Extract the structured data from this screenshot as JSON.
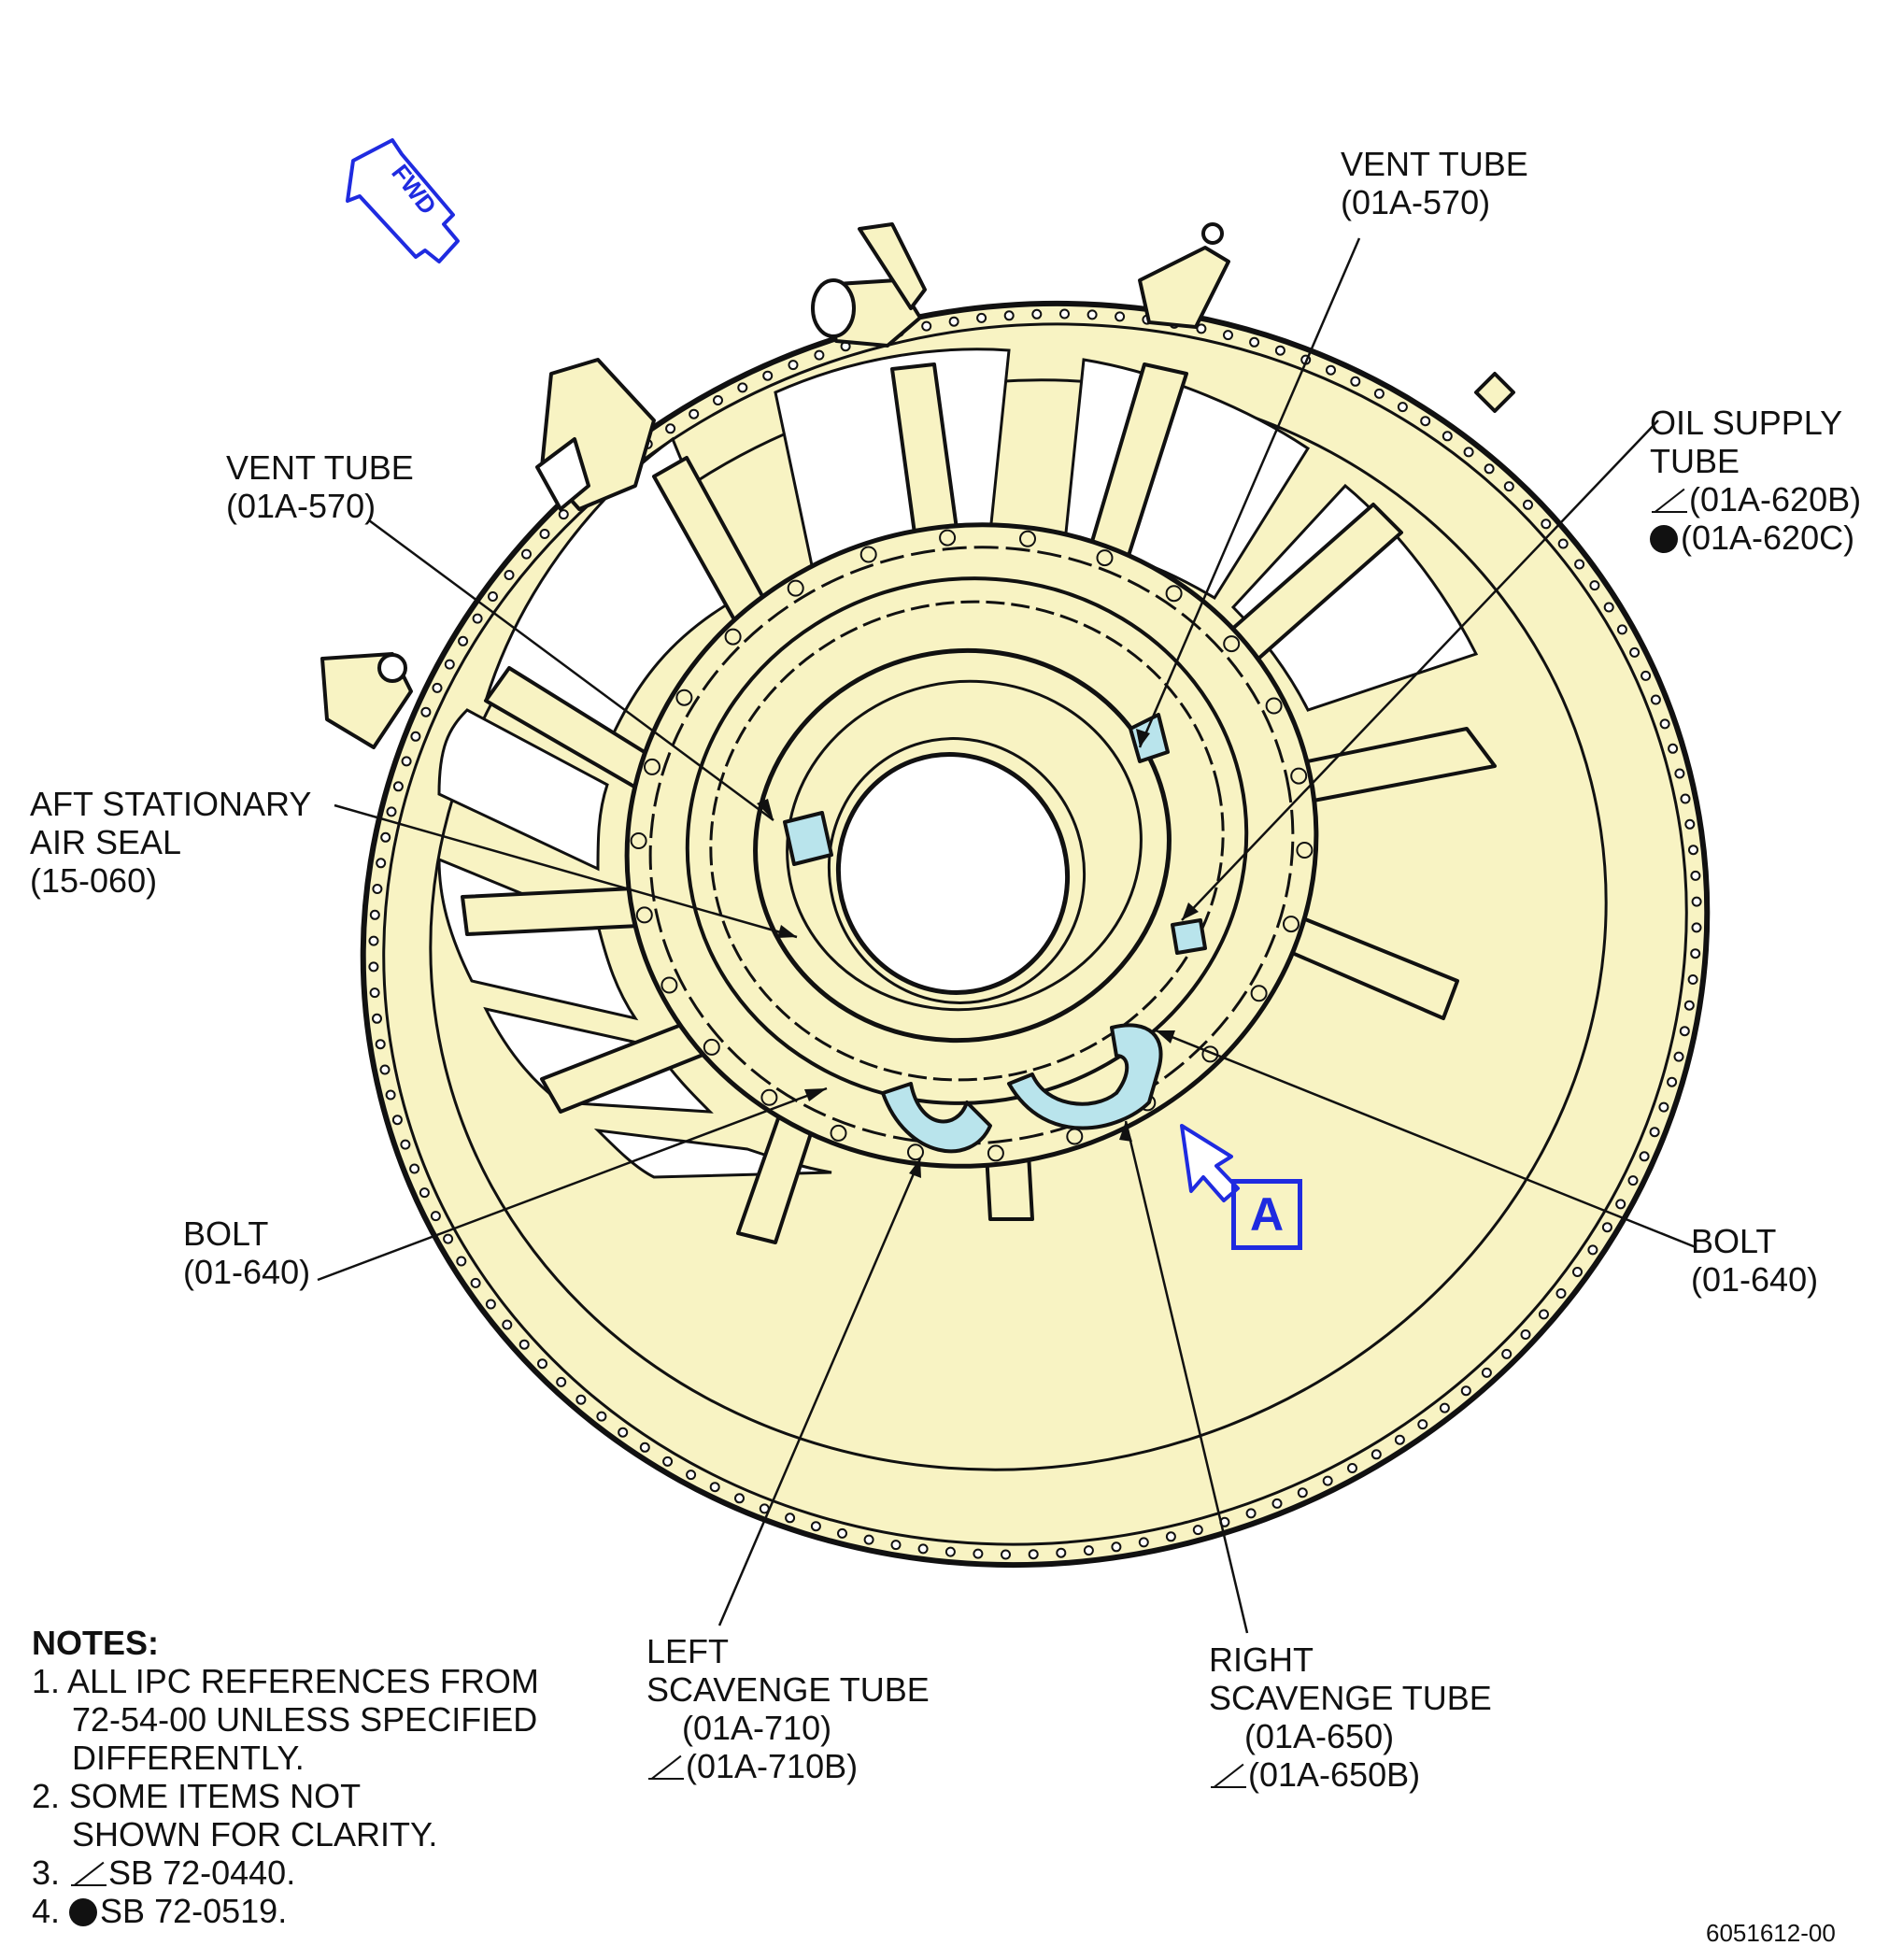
{
  "fwd_label": "FWD",
  "view_label": "A",
  "callouts": {
    "vent_tube_top": {
      "lines": [
        "VENT TUBE",
        "(01A-570)"
      ]
    },
    "vent_tube_left": {
      "lines": [
        "VENT TUBE",
        "(01A-570)"
      ]
    },
    "oil_supply_tube": {
      "lines": [
        "OIL SUPPLY",
        "TUBE",
        "(01A-620B)",
        "(01A-620C)"
      ]
    },
    "aft_stationary_air_seal": {
      "lines": [
        "AFT STATIONARY",
        "AIR SEAL",
        "(15-060)"
      ]
    },
    "bolt_left": {
      "lines": [
        "BOLT",
        "(01-640)"
      ]
    },
    "bolt_right": {
      "lines": [
        "BOLT",
        "(01-640)"
      ]
    },
    "left_scavenge_tube": {
      "lines": [
        "LEFT",
        "SCAVENGE TUBE",
        "(01A-710)",
        "(01A-710B)"
      ]
    },
    "right_scavenge_tube": {
      "lines": [
        "RIGHT",
        "SCAVENGE TUBE",
        "(01A-650)",
        "(01A-650B)"
      ]
    }
  },
  "notes": {
    "heading": "NOTES:",
    "items": [
      {
        "num": "1.",
        "lines": [
          "ALL IPC REFERENCES FROM",
          "72-54-00 UNLESS SPECIFIED",
          "DIFFERENTLY."
        ]
      },
      {
        "num": "2.",
        "lines": [
          "SOME ITEMS NOT",
          "SHOWN FOR CLARITY."
        ]
      },
      {
        "num": "3.",
        "lines": [
          "SB 72-0440."
        ]
      },
      {
        "num": "4.",
        "lines": [
          "SB 72-0519."
        ]
      }
    ]
  },
  "figure_number": "6051612-00",
  "colors": {
    "part_fill": "#f8f3c3",
    "highlight_tube": "#b9e4ec",
    "annotation_blue": "#1f2be0",
    "line": "#111111"
  }
}
